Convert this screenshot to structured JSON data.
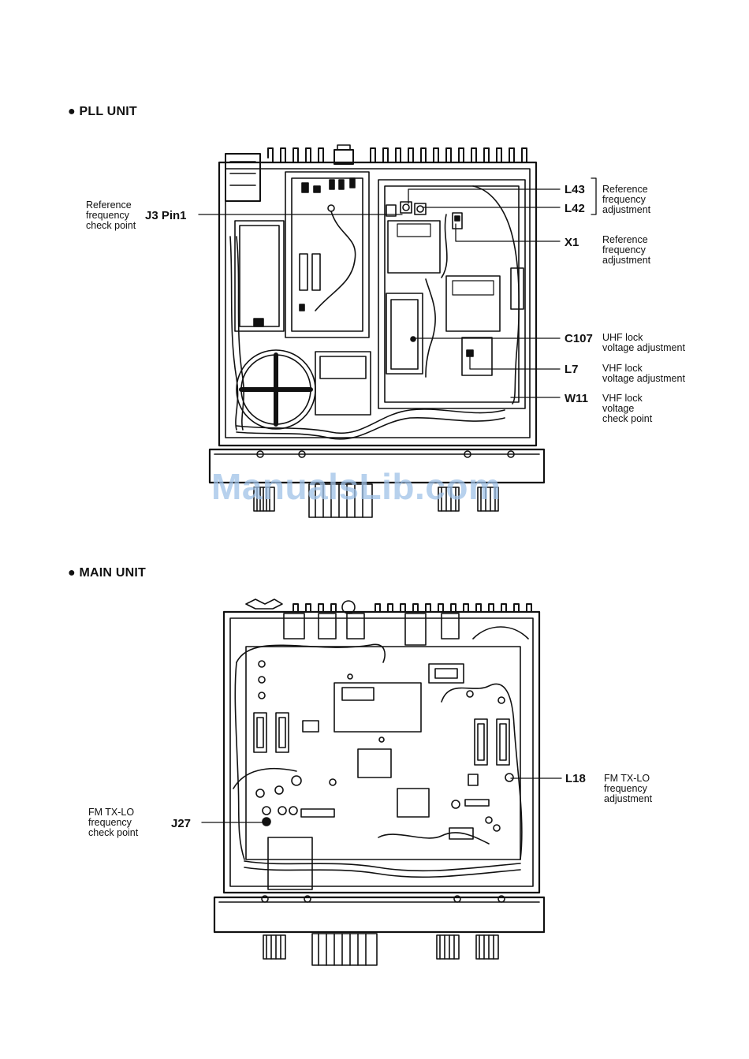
{
  "sections": {
    "pll": {
      "heading": "● PLL UNIT",
      "left_note": [
        "Reference",
        "frequency",
        "check point"
      ],
      "left_code": "J3 Pin1",
      "callouts": [
        {
          "code": "L43",
          "desc": []
        },
        {
          "code": "L42",
          "desc": [
            "Reference",
            "frequency",
            "adjustment"
          ]
        },
        {
          "code": "X1",
          "desc": [
            "Reference",
            "frequency",
            "adjustment"
          ]
        },
        {
          "code": "C107",
          "desc": [
            "UHF lock",
            "voltage adjustment"
          ]
        },
        {
          "code": "L7",
          "desc": [
            "VHF lock",
            "voltage adjustment"
          ]
        },
        {
          "code": "W11",
          "desc": [
            "VHF lock",
            "voltage",
            "check point"
          ]
        }
      ]
    },
    "main": {
      "heading": "● MAIN UNIT",
      "left_note": [
        "FM TX-LO",
        "frequency",
        "check point"
      ],
      "left_code": "J27",
      "callouts": [
        {
          "code": "L18",
          "desc": [
            "FM TX-LO",
            "frequency",
            "adjustment"
          ]
        }
      ]
    }
  },
  "watermark": "ManualsLib.com"
}
